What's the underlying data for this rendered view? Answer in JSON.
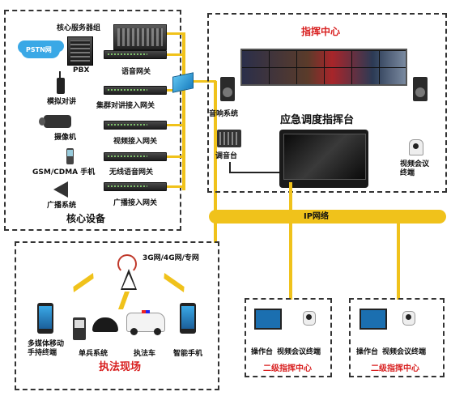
{
  "core": {
    "server_group": "核心服务器组",
    "pstn": "PSTN网",
    "pbx": "PBX",
    "voice_gateway": "语音网关",
    "analog_radio": "模拟对讲",
    "cluster_gateway": "集群对讲接入网关",
    "camera": "摄像机",
    "video_gateway": "视频接入网关",
    "gsm_phone": "GSM/CDMA 手机",
    "wireless_gateway": "无线语音网关",
    "broadcast_system": "广播系统",
    "broadcast_gateway": "广播接入网关",
    "title": "核心设备"
  },
  "command": {
    "title": "指挥中心",
    "audio_system": "音响系统",
    "console_title": "应急调度指挥台",
    "mixer": "调音台",
    "video_conf": "视频会议\n终端"
  },
  "ip_network": "IP网络",
  "field": {
    "network_label": "3G网/4G网/专网",
    "multimedia_terminal": "多媒体移动\n手持终端",
    "soldier_system": "单兵系统",
    "police_car": "执法车",
    "smartphone": "智能手机",
    "title": "执法现场"
  },
  "sub_center_1": {
    "workstation": "操作台",
    "video_terminal": "视频会议终端",
    "title": "二级指挥中心"
  },
  "sub_center_2": {
    "workstation": "操作台",
    "video_terminal": "视频会议终端",
    "title": "二级指挥中心"
  },
  "colors": {
    "accent_yellow": "#f0c21b",
    "title_red": "#d81e1e"
  }
}
